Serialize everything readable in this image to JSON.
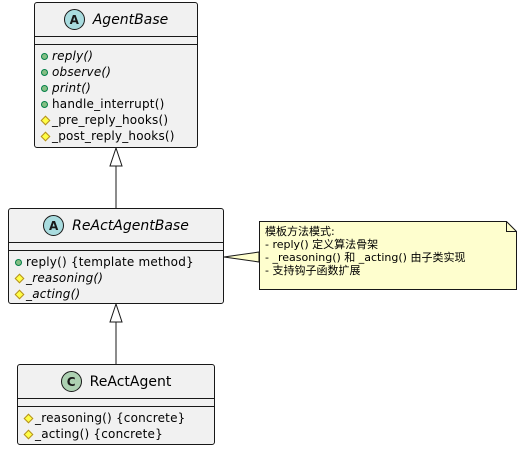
{
  "diagram": {
    "classes": [
      {
        "id": "AgentBase",
        "stereotype_letter": "A",
        "name": "AgentBase",
        "abstract": true,
        "methods": [
          {
            "visibility": "public",
            "text": "reply()",
            "italic": true
          },
          {
            "visibility": "public",
            "text": "observe()",
            "italic": true
          },
          {
            "visibility": "public",
            "text": "print()",
            "italic": true
          },
          {
            "visibility": "public",
            "text": "handle_interrupt()",
            "italic": false
          },
          {
            "visibility": "protected",
            "text": "_pre_reply_hooks()",
            "italic": false
          },
          {
            "visibility": "protected",
            "text": "_post_reply_hooks()",
            "italic": false
          }
        ]
      },
      {
        "id": "ReActAgentBase",
        "stereotype_letter": "A",
        "name": "ReActAgentBase",
        "abstract": true,
        "methods": [
          {
            "visibility": "public",
            "text": "reply() {template method}",
            "italic": false
          },
          {
            "visibility": "protected",
            "text": "_reasoning()",
            "italic": true
          },
          {
            "visibility": "protected",
            "text": "_acting()",
            "italic": true
          }
        ]
      },
      {
        "id": "ReActAgent",
        "stereotype_letter": "C",
        "name": "ReActAgent",
        "abstract": false,
        "methods": [
          {
            "visibility": "protected",
            "text": "_reasoning() {concrete}",
            "italic": false
          },
          {
            "visibility": "protected",
            "text": "_acting() {concrete}",
            "italic": false
          }
        ]
      }
    ],
    "relations": [
      {
        "from": "ReActAgentBase",
        "to": "AgentBase",
        "type": "inheritance"
      },
      {
        "from": "ReActAgent",
        "to": "ReActAgentBase",
        "type": "inheritance"
      }
    ],
    "note": {
      "attached_to": "ReActAgentBase",
      "lines": [
        "模板方法模式:",
        "- reply() 定义算法骨架",
        "- _reasoning() 和 _acting() 由子类实现",
        "- 支持钩子函数扩展"
      ]
    },
    "colors": {
      "class_fill": "#f1f1f1",
      "border": "#181818",
      "abstract_badge": "#a9dcdf",
      "class_badge": "#add1b2",
      "note_fill": "#fefece",
      "public_icon": "#84be84",
      "protected_icon": "#ffff44"
    }
  }
}
